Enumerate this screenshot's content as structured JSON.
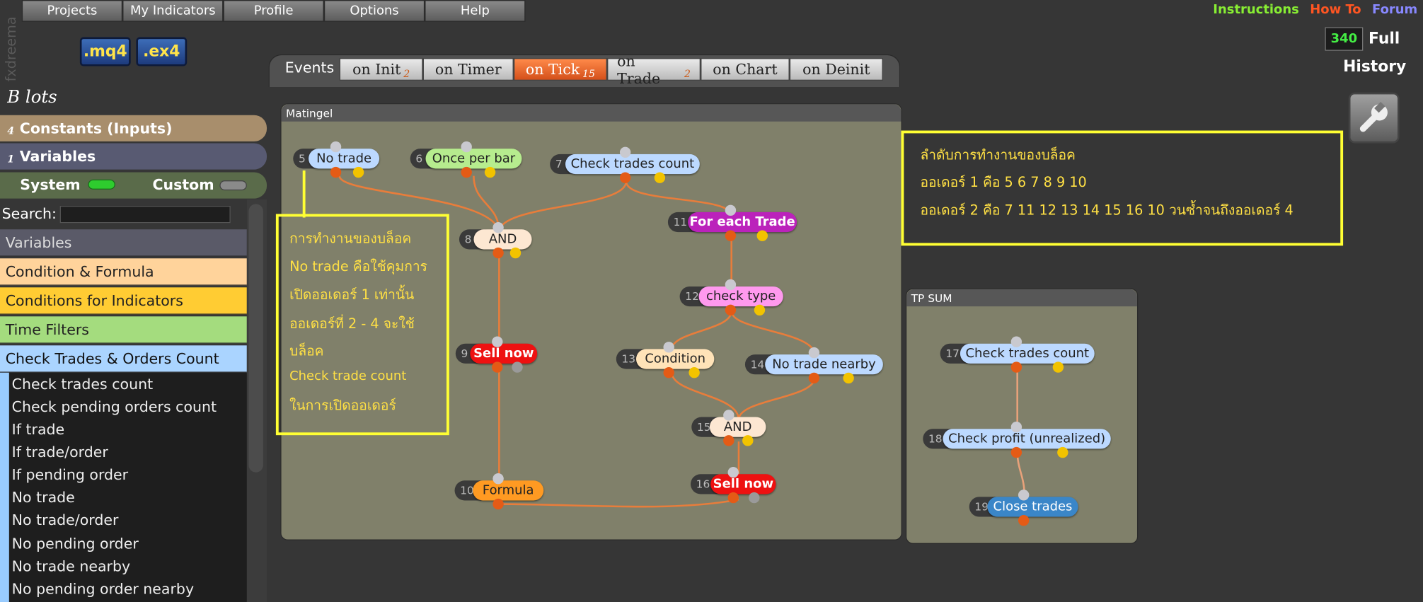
{
  "menu": [
    "Projects",
    "My Indicators",
    "Profile",
    "Options",
    "Help"
  ],
  "top_links": [
    {
      "label": "Instructions",
      "color": "#88ee33"
    },
    {
      "label": "How To",
      "color": "#ff5522"
    },
    {
      "label": "Forum",
      "color": "#8888ff"
    }
  ],
  "brand": "fxdreema",
  "file_buttons": [
    ".mq4",
    ".ex4"
  ],
  "counter": {
    "value": "340",
    "mode": "Full"
  },
  "history_label": "History",
  "tools_icon": "wrench-icon",
  "events": {
    "label": "Events",
    "tabs": [
      {
        "label": "on Init",
        "badge": "2",
        "active": false
      },
      {
        "label": "on Timer",
        "badge": "",
        "active": false
      },
      {
        "label": "on Tick",
        "badge": "15",
        "active": true
      },
      {
        "label": "on Trade",
        "badge": "2",
        "active": false
      },
      {
        "label": "on Chart",
        "badge": "",
        "active": false
      },
      {
        "label": "on Deinit",
        "badge": "",
        "active": false
      }
    ]
  },
  "sidebar": {
    "title": "B lots",
    "constants": {
      "count": "4",
      "label": "Constants (Inputs)"
    },
    "variables": {
      "count": "1",
      "label": "Variables"
    },
    "system_label": "System",
    "custom_label": "Custom",
    "search_label": "Search:",
    "categories": [
      {
        "label": "Variables",
        "color": "#5a5a68",
        "text": "#dddddd"
      },
      {
        "label": "Condition & Formula",
        "color": "#ffd39b",
        "text": "#222222"
      },
      {
        "label": "Conditions for Indicators",
        "color": "#ffcc33",
        "text": "#222222"
      },
      {
        "label": "Time Filters",
        "color": "#a4dc7e",
        "text": "#222222"
      },
      {
        "label": "Check Trades & Orders Count",
        "color": "#aad4ff",
        "text": "#111111"
      }
    ],
    "items": [
      "Check trades count",
      "Check pending orders count",
      "If trade",
      "If trade/order",
      "If pending order",
      "No trade",
      "No trade/order",
      "No pending order",
      "No trade nearby",
      "No pending order nearby"
    ]
  },
  "panels": {
    "matingel": {
      "title": "Matingel",
      "nodes": [
        {
          "id": "5",
          "label": "No trade"
        },
        {
          "id": "6",
          "label": "Once per bar"
        },
        {
          "id": "7",
          "label": "Check trades count"
        },
        {
          "id": "8",
          "label": "AND"
        },
        {
          "id": "9",
          "label": "Sell now"
        },
        {
          "id": "10",
          "label": "Formula"
        },
        {
          "id": "11",
          "label": "For each Trade"
        },
        {
          "id": "12",
          "label": "check type"
        },
        {
          "id": "13",
          "label": "Condition"
        },
        {
          "id": "14",
          "label": "No trade nearby"
        },
        {
          "id": "15",
          "label": "AND"
        },
        {
          "id": "16",
          "label": "Sell now"
        }
      ]
    },
    "tpsum": {
      "title": "TP SUM",
      "nodes": [
        {
          "id": "17",
          "label": "Check trades count"
        },
        {
          "id": "18",
          "label": "Check profit (unrealized)"
        },
        {
          "id": "19",
          "label": "Close trades"
        }
      ]
    }
  },
  "notes": {
    "left": [
      "การทำงานของบล็อค",
      "No trade คือใช้คุมการ",
      "เปิดออเดอร์ 1 เท่านั้น",
      "ออเดอร์ที่ 2 - 4 จะใช้",
      "บล็อค",
      "Check trade count",
      "ในการเปิดออเดอร์"
    ],
    "right": [
      "ลำดับการทำงานของบล็อค",
      "ออเดอร์ 1 คือ 5 6 7 8 9 10",
      "ออเดอร์ 2 คือ 7 11 12 13 14 15 16 10  วนซ้ำจนถึงออเดอร์ 4"
    ]
  }
}
